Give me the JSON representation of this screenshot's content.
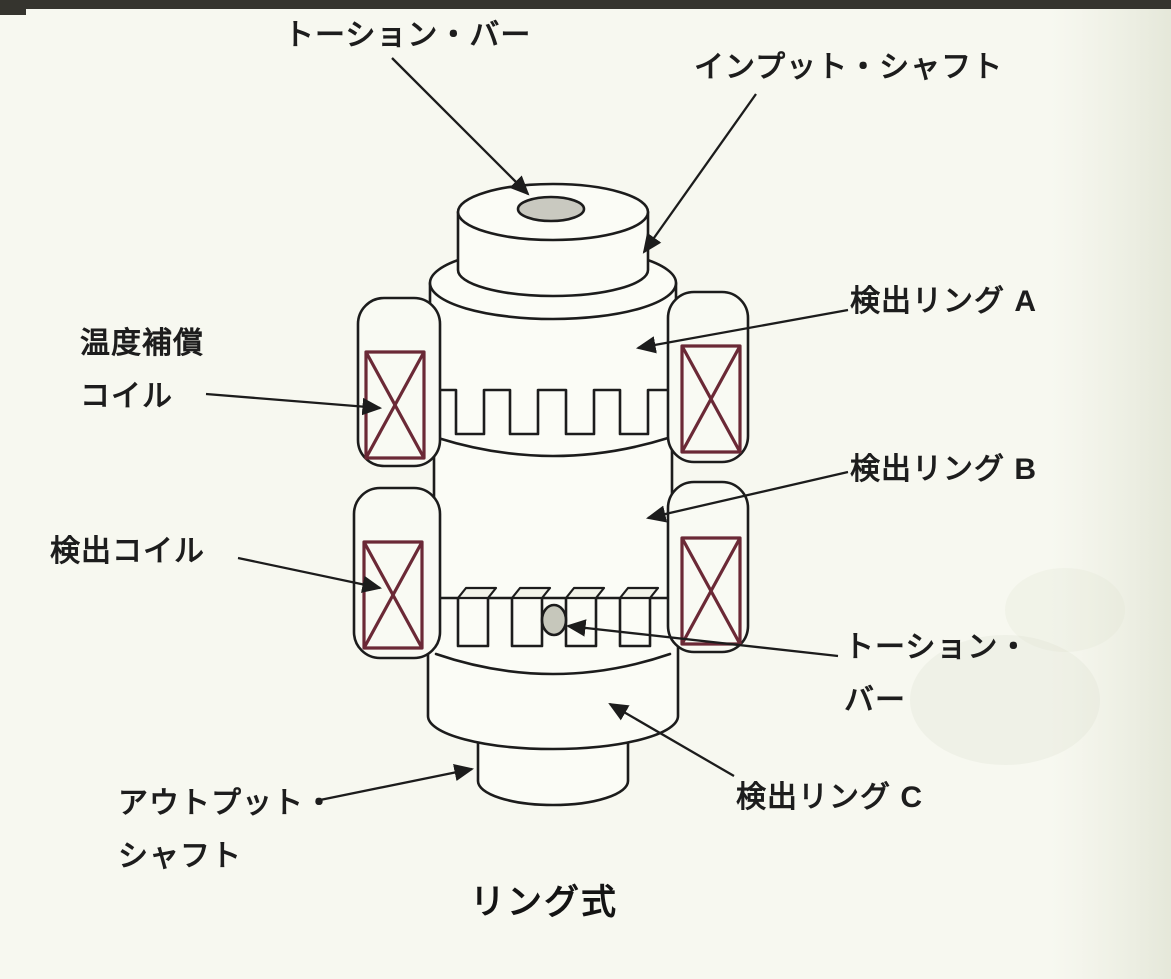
{
  "caption": "リング式",
  "labels": {
    "torsion_bar_top": "トーション・バー",
    "input_shaft": "インプット・シャフト",
    "detection_ring_a": "検出リング A",
    "temp_coil_line1": "温度補償",
    "temp_coil_line2": "コイル",
    "detection_ring_b": "検出リング B",
    "detection_coil": "検出コイル",
    "torsion_bar_mid_line1": "トーション・",
    "torsion_bar_mid_line2": "バー",
    "output_shaft_line1": "アウトプット・",
    "output_shaft_line2": "シャフト",
    "detection_ring_c": "検出リング C"
  },
  "colors": {
    "coil": "#6b2936",
    "ink": "#1c1c1c",
    "paper": "#f7f8f0",
    "bore_gray": "#c9c9c0"
  }
}
